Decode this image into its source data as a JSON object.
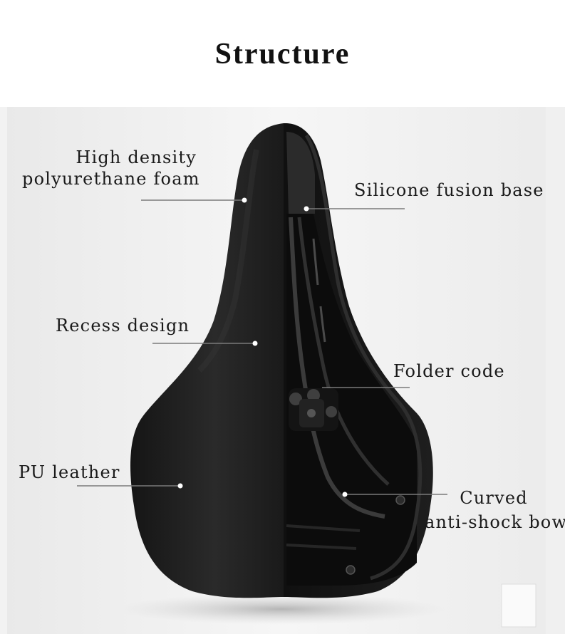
{
  "title": "Structure",
  "callouts": {
    "foam": [
      "High density",
      "polyurethane foam"
    ],
    "silicone": "Silicone fusion base",
    "recess": "Recess design",
    "folder": "Folder code",
    "pu": "PU leather",
    "bow": [
      "Curved",
      "anti-shock bow"
    ]
  },
  "colors": {
    "background": "#ffffff",
    "panel": "#ececec",
    "saddle": "#1b1b1b",
    "leader_line": "#7a7a7a",
    "dot": "#ffffff"
  }
}
